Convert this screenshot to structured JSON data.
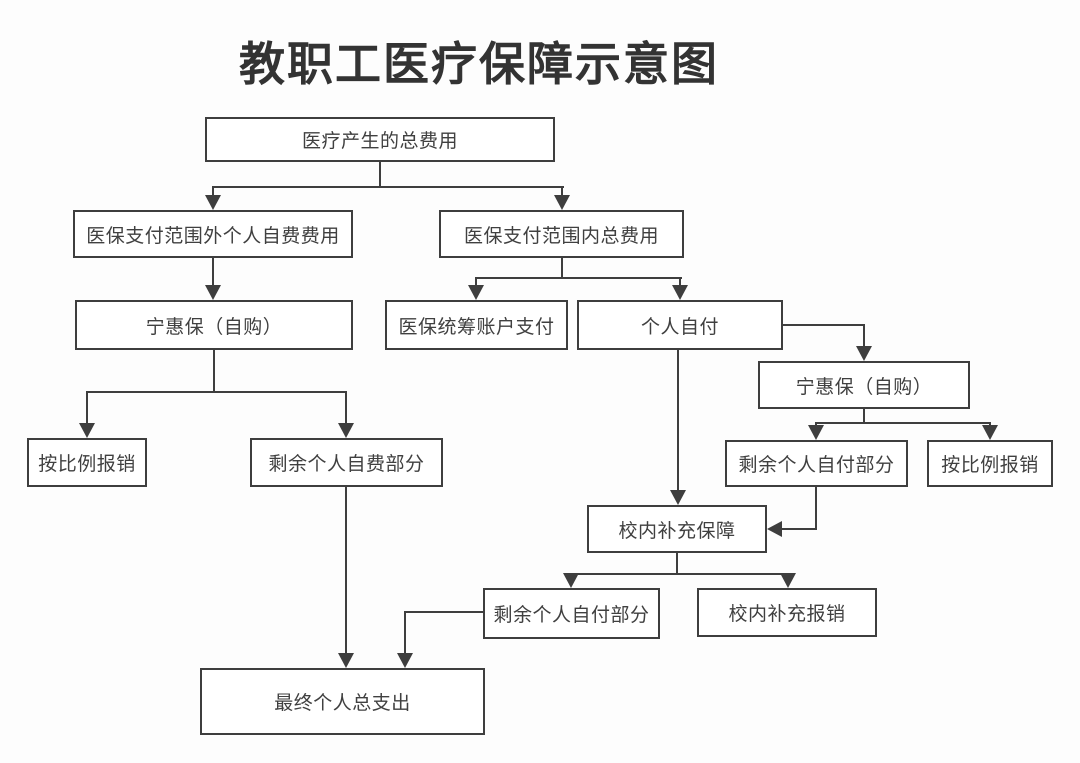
{
  "title": "教职工医疗保障示意图",
  "flowchart": {
    "line_color": "#3e3e3e",
    "box_background": "#ffffff",
    "nodes": {
      "total_medical_cost": {
        "label": "医疗产生的总费用"
      },
      "outside_coverage_self_paid": {
        "label": "医保支付范围外个人自费费用"
      },
      "within_coverage_total": {
        "label": "医保支付范围内总费用"
      },
      "ninghuibao_left": {
        "label": "宁惠保（自购）"
      },
      "pooled_account_payment": {
        "label": "医保统筹账户支付"
      },
      "personal_copay": {
        "label": "个人自付"
      },
      "ninghuibao_right": {
        "label": "宁惠保（自购）"
      },
      "proportional_reimbursement_left": {
        "label": "按比例报销"
      },
      "remaining_self_paid": {
        "label": "剩余个人自费部分"
      },
      "remaining_copay_right": {
        "label": "剩余个人自付部分"
      },
      "proportional_reimbursement_right": {
        "label": "按比例报销"
      },
      "campus_supplementary_insurance": {
        "label": "校内补充保障"
      },
      "remaining_copay_bottom": {
        "label": "剩余个人自付部分"
      },
      "campus_supplementary_reimbursement": {
        "label": "校内补充报销"
      },
      "final_personal_expense": {
        "label": "最终个人总支出"
      }
    },
    "edges": [
      {
        "from": "total_medical_cost",
        "to": "outside_coverage_self_paid"
      },
      {
        "from": "total_medical_cost",
        "to": "within_coverage_total"
      },
      {
        "from": "outside_coverage_self_paid",
        "to": "ninghuibao_left"
      },
      {
        "from": "within_coverage_total",
        "to": "pooled_account_payment"
      },
      {
        "from": "within_coverage_total",
        "to": "personal_copay"
      },
      {
        "from": "personal_copay",
        "to": "ninghuibao_right"
      },
      {
        "from": "ninghuibao_left",
        "to": "proportional_reimbursement_left"
      },
      {
        "from": "ninghuibao_left",
        "to": "remaining_self_paid"
      },
      {
        "from": "ninghuibao_right",
        "to": "remaining_copay_right"
      },
      {
        "from": "ninghuibao_right",
        "to": "proportional_reimbursement_right"
      },
      {
        "from": "personal_copay",
        "to": "campus_supplementary_insurance"
      },
      {
        "from": "remaining_copay_right",
        "to": "campus_supplementary_insurance"
      },
      {
        "from": "campus_supplementary_insurance",
        "to": "remaining_copay_bottom"
      },
      {
        "from": "campus_supplementary_insurance",
        "to": "campus_supplementary_reimbursement"
      },
      {
        "from": "remaining_self_paid",
        "to": "final_personal_expense"
      },
      {
        "from": "remaining_copay_bottom",
        "to": "final_personal_expense"
      }
    ]
  }
}
